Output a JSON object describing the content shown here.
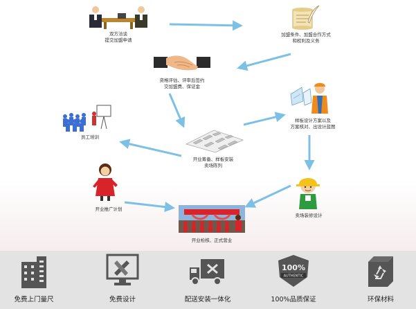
{
  "flow": {
    "steps": [
      {
        "id": "apply",
        "lines": [
          "双方洽谈",
          "提交加盟申请"
        ]
      },
      {
        "id": "terms",
        "lines": [
          "加盟条件、加盟合作方式",
          "和权利及义务"
        ]
      },
      {
        "id": "review",
        "lines": [
          "资格评估、评审后签约",
          "交加盟费、保证金"
        ]
      },
      {
        "id": "design",
        "lines": [
          "样板设计方案以及",
          "方案核对、出设计蓝图"
        ]
      },
      {
        "id": "training",
        "lines": [
          "员工培训"
        ]
      },
      {
        "id": "prepare",
        "lines": [
          "开业筹备、样板安装",
          "卖场陈列"
        ]
      },
      {
        "id": "promotion",
        "lines": [
          "开业推广计划"
        ]
      },
      {
        "id": "decoration",
        "lines": [
          "卖场装修设计"
        ]
      },
      {
        "id": "opening",
        "lines": [
          "开业检核、正式营业"
        ]
      }
    ],
    "arrow_color": "#7cc0e6"
  },
  "features": [
    {
      "icon": "building-icon",
      "label": "免费上门量尺"
    },
    {
      "icon": "design-tools-icon",
      "label": "免费设计"
    },
    {
      "icon": "delivery-truck-icon",
      "label": "配送安装一体化"
    },
    {
      "icon": "quality-badge-icon",
      "label": "100%品质保证",
      "badge_top": "100%",
      "badge_ribbon": "AUTHENTIC"
    },
    {
      "icon": "recycle-icon",
      "label": "环保材料"
    }
  ],
  "colors": {
    "icon_gray": "#555555",
    "feature_bar": "#e3e3e3"
  }
}
